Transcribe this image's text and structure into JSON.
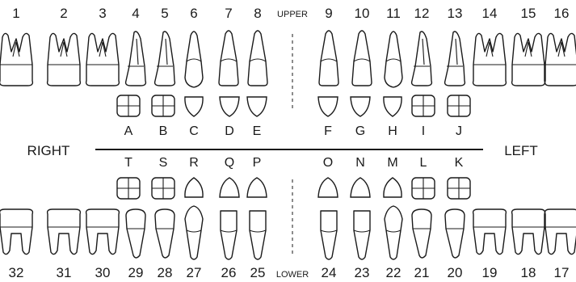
{
  "labels": {
    "upper": "UPPER",
    "lower": "LOWER",
    "right": "RIGHT",
    "left": "LEFT"
  },
  "permanent_upper": [
    {
      "num": "1",
      "type": "molar"
    },
    {
      "num": "2",
      "type": "molar"
    },
    {
      "num": "3",
      "type": "molar"
    },
    {
      "num": "4",
      "type": "premolar"
    },
    {
      "num": "5",
      "type": "premolar"
    },
    {
      "num": "6",
      "type": "canine"
    },
    {
      "num": "7",
      "type": "incisor"
    },
    {
      "num": "8",
      "type": "incisor"
    },
    {
      "num": "9",
      "type": "incisor"
    },
    {
      "num": "10",
      "type": "incisor"
    },
    {
      "num": "11",
      "type": "canine"
    },
    {
      "num": "12",
      "type": "premolar"
    },
    {
      "num": "13",
      "type": "premolar"
    },
    {
      "num": "14",
      "type": "molar"
    },
    {
      "num": "15",
      "type": "molar"
    },
    {
      "num": "16",
      "type": "molar"
    }
  ],
  "primary_upper": [
    {
      "letter": "A",
      "type": "molar"
    },
    {
      "letter": "B",
      "type": "molar"
    },
    {
      "letter": "C",
      "type": "canine"
    },
    {
      "letter": "D",
      "type": "incisor"
    },
    {
      "letter": "E",
      "type": "incisor"
    },
    {
      "letter": "F",
      "type": "incisor"
    },
    {
      "letter": "G",
      "type": "incisor"
    },
    {
      "letter": "H",
      "type": "canine"
    },
    {
      "letter": "I",
      "type": "molar"
    },
    {
      "letter": "J",
      "type": "molar"
    }
  ],
  "primary_lower": [
    {
      "letter": "T",
      "type": "molar"
    },
    {
      "letter": "S",
      "type": "molar"
    },
    {
      "letter": "R",
      "type": "canine"
    },
    {
      "letter": "Q",
      "type": "incisor"
    },
    {
      "letter": "P",
      "type": "incisor"
    },
    {
      "letter": "O",
      "type": "incisor"
    },
    {
      "letter": "N",
      "type": "incisor"
    },
    {
      "letter": "M",
      "type": "canine"
    },
    {
      "letter": "L",
      "type": "molar"
    },
    {
      "letter": "K",
      "type": "molar"
    }
  ],
  "permanent_lower": [
    {
      "num": "32",
      "type": "molar"
    },
    {
      "num": "31",
      "type": "molar"
    },
    {
      "num": "30",
      "type": "molar"
    },
    {
      "num": "29",
      "type": "premolar"
    },
    {
      "num": "28",
      "type": "premolar"
    },
    {
      "num": "27",
      "type": "canine"
    },
    {
      "num": "26",
      "type": "incisor"
    },
    {
      "num": "25",
      "type": "incisor"
    },
    {
      "num": "24",
      "type": "incisor"
    },
    {
      "num": "23",
      "type": "incisor"
    },
    {
      "num": "22",
      "type": "canine"
    },
    {
      "num": "21",
      "type": "premolar"
    },
    {
      "num": "20",
      "type": "premolar"
    },
    {
      "num": "19",
      "type": "molar"
    },
    {
      "num": "18",
      "type": "molar"
    },
    {
      "num": "17",
      "type": "molar"
    }
  ]
}
